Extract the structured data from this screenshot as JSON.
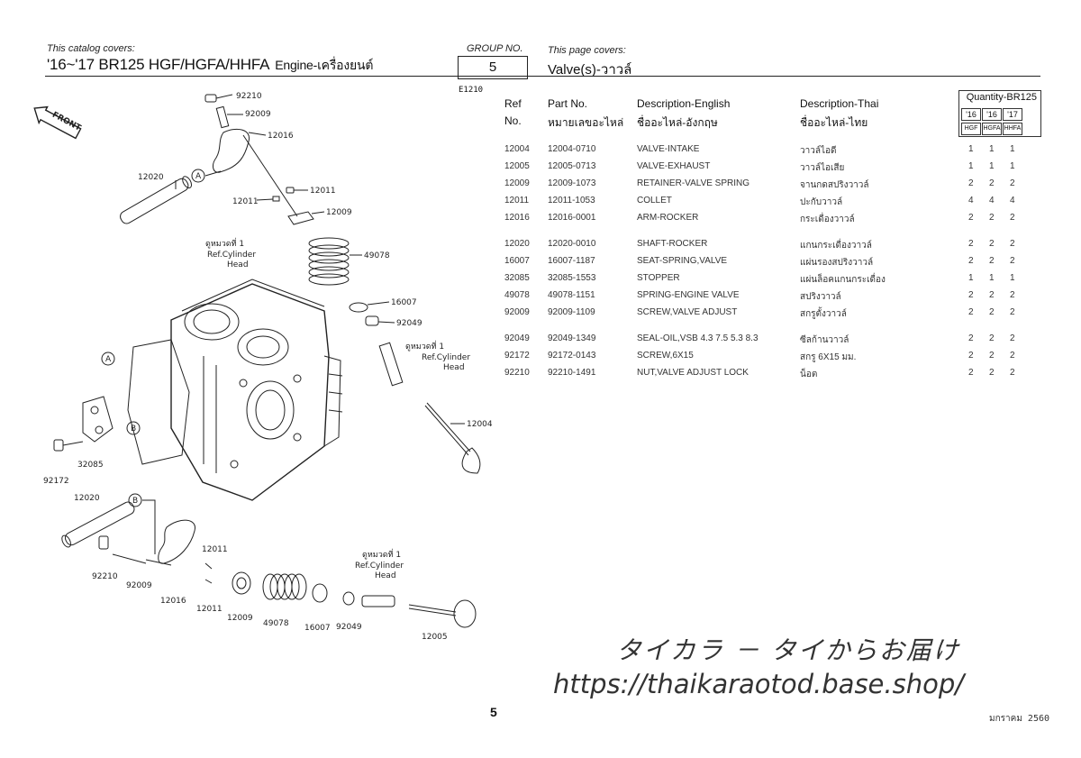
{
  "header": {
    "catalog_label": "This catalog covers:",
    "catalog_title": "'16~'17 BR125 HGF/HGFA/HHFA",
    "catalog_subtitle": "Engine-เครื่องยนต์",
    "group_label": "GROUP NO.",
    "group_no": "5",
    "page_covers_label": "This page covers:",
    "page_covers_title": "Valve(s)-วาวล์",
    "figure_code": "E1210"
  },
  "diagram": {
    "front_label": "FRONT",
    "ref_note_1": "ดูหมวดที่ 1",
    "ref_note_2": "Ref.Cylinder",
    "ref_note_3": "Head",
    "callout_a": "A",
    "callout_b": "B",
    "labels": {
      "p92210_top": "92210",
      "p92009_top": "92009",
      "p12016_top": "12016",
      "p12020_top": "12020",
      "p12011_l": "12011",
      "p12011_r": "12011",
      "p12009_top": "12009",
      "p49078_top": "49078",
      "p16007_top": "16007",
      "p92049_top": "92049",
      "p12004": "12004",
      "p92172": "92172",
      "p32085": "32085",
      "p12020_bot": "12020",
      "p92210_bot": "92210",
      "p92009_bot": "92009",
      "p12016_bot": "12016",
      "p12011_b1": "12011",
      "p12011_b2": "12011",
      "p12009_bot": "12009",
      "p49078_bot": "49078",
      "p16007_bot": "16007",
      "p92049_bot": "92049",
      "p12005": "12005"
    }
  },
  "table": {
    "col_ref_1": "Ref",
    "col_ref_2": "No.",
    "col_part_1": "Part No.",
    "col_part_2": "หมายเลขอะไหล่",
    "col_desc_en_1": "Description-English",
    "col_desc_en_2": "ชื่ออะไหล่-อังกฤษ",
    "col_desc_th_1": "Description-Thai",
    "col_desc_th_2": "ชื่ออะไหล่-ไทย",
    "qty_title": "Quantity-BR125",
    "qty_years": [
      "'16",
      "'16",
      "'17"
    ],
    "qty_models": [
      "HGF",
      "HGFA",
      "HHFA"
    ],
    "rows": [
      {
        "ref": "12004",
        "part": "12004-0710",
        "en": "VALVE-INTAKE",
        "th": "วาวล์ไอดี",
        "q": [
          "1",
          "1",
          "1"
        ]
      },
      {
        "ref": "12005",
        "part": "12005-0713",
        "en": "VALVE-EXHAUST",
        "th": "วาวล์ไอเสีย",
        "q": [
          "1",
          "1",
          "1"
        ]
      },
      {
        "ref": "12009",
        "part": "12009-1073",
        "en": "RETAINER-VALVE SPRING",
        "th": "จานกดสปริงวาวล์",
        "q": [
          "2",
          "2",
          "2"
        ]
      },
      {
        "ref": "12011",
        "part": "12011-1053",
        "en": "COLLET",
        "th": "ปะกับวาวล์",
        "q": [
          "4",
          "4",
          "4"
        ]
      },
      {
        "ref": "12016",
        "part": "12016-0001",
        "en": "ARM-ROCKER",
        "th": "กระเดื่องวาวล์",
        "q": [
          "2",
          "2",
          "2"
        ]
      },
      {
        "ref": "12020",
        "part": "12020-0010",
        "en": "SHAFT-ROCKER",
        "th": "แกนกระเดื่องวาวล์",
        "q": [
          "2",
          "2",
          "2"
        ]
      },
      {
        "ref": "16007",
        "part": "16007-1187",
        "en": "SEAT-SPRING,VALVE",
        "th": "แผ่นรองสปริงวาวล์",
        "q": [
          "2",
          "2",
          "2"
        ]
      },
      {
        "ref": "32085",
        "part": "32085-1553",
        "en": "STOPPER",
        "th": "แผ่นล็อคแกนกระเดื่อง",
        "q": [
          "1",
          "1",
          "1"
        ]
      },
      {
        "ref": "49078",
        "part": "49078-1151",
        "en": "SPRING-ENGINE VALVE",
        "th": "สปริงวาวล์",
        "q": [
          "2",
          "2",
          "2"
        ]
      },
      {
        "ref": "92009",
        "part": "92009-1109",
        "en": "SCREW,VALVE ADJUST",
        "th": "สกรูตั้งวาวล์",
        "q": [
          "2",
          "2",
          "2"
        ]
      },
      {
        "ref": "92049",
        "part": "92049-1349",
        "en": "SEAL-OIL,VSB 4.3 7.5 5.3 8.3",
        "th": "ซีลก้านวาวล์",
        "q": [
          "2",
          "2",
          "2"
        ]
      },
      {
        "ref": "92172",
        "part": "92172-0143",
        "en": "SCREW,6X15",
        "th": "สกรู 6X15 มม.",
        "q": [
          "2",
          "2",
          "2"
        ]
      },
      {
        "ref": "92210",
        "part": "92210-1491",
        "en": "NUT,VALVE ADJUST LOCK",
        "th": "น็อต",
        "q": [
          "2",
          "2",
          "2"
        ]
      }
    ]
  },
  "footer": {
    "page_number": "5",
    "date_note": "มกราคม 2560",
    "watermark_jp": "タイカラ － タイからお届け",
    "watermark_url": "https://thaikaraotod.base.shop/"
  }
}
